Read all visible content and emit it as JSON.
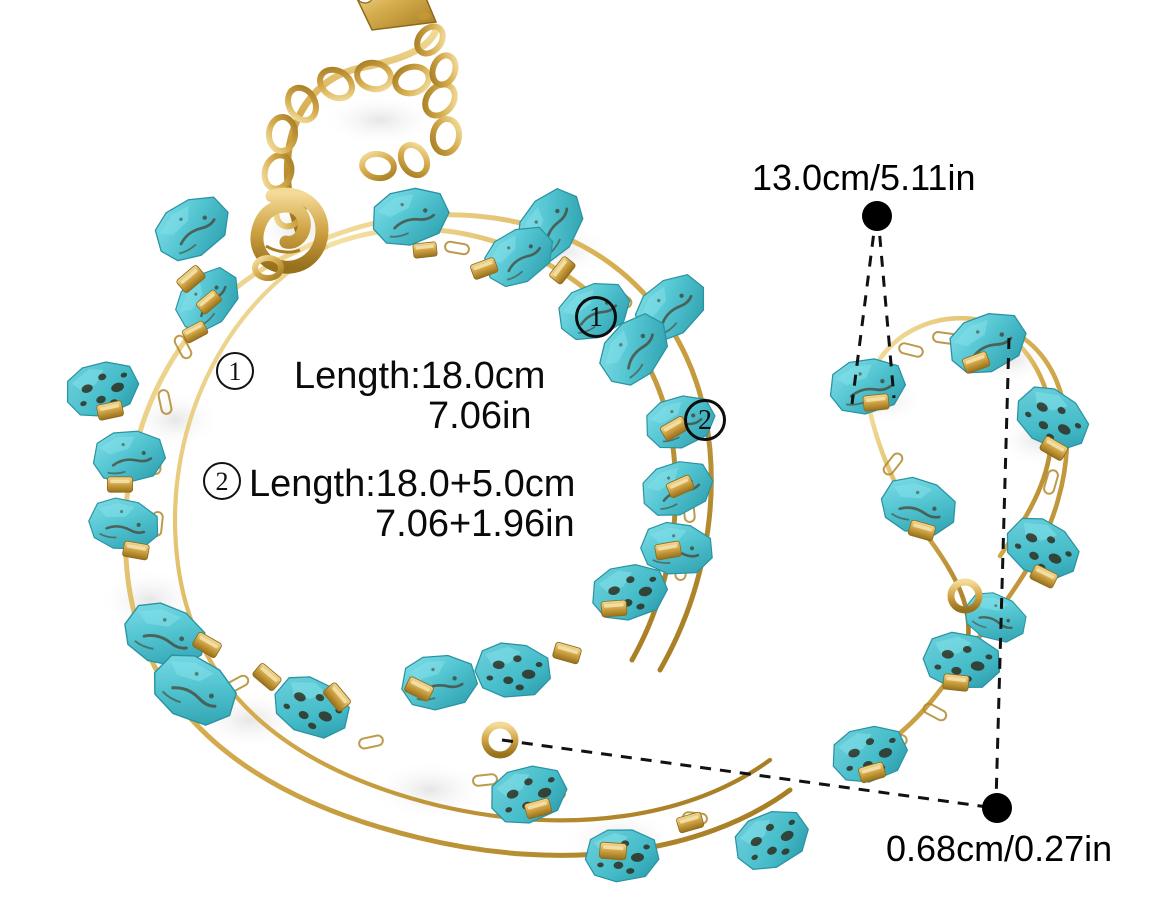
{
  "image": {
    "subject": "turquoise-nugget-gold-chain-necklace-and-bracelet",
    "background_color": "#ffffff",
    "annotation_color": "#000000",
    "materials": {
      "stone_color": "#54c6d2",
      "stone_shadow_color": "#39a8b6",
      "stone_matrix_color": "#4a4334",
      "gold_color": "#d6ad4e",
      "gold_dark_color": "#a47c22",
      "gold_light_color": "#f2dc9a",
      "shadow_color": "#d9d9d9"
    }
  },
  "legend": {
    "items": [
      {
        "marker": "①",
        "marker_label": "1",
        "line1": "Length:18.0cm",
        "line2": "7.06in"
      },
      {
        "marker": "②",
        "marker_label": "2",
        "line1": "Length:18.0+5.0cm",
        "line2": "7.06+1.96in"
      }
    ]
  },
  "photo_markers": [
    {
      "label": "1",
      "glyph": "①"
    },
    {
      "label": "2",
      "glyph": "②"
    }
  ],
  "callouts": [
    {
      "name": "width-callout",
      "text": "13.0cm/5.11in",
      "value_cm": "13.0",
      "value_in": "5.11"
    },
    {
      "name": "bead-size-callout",
      "text": "0.68cm/0.27in",
      "value_cm": "0.68",
      "value_in": "0.27"
    }
  ]
}
